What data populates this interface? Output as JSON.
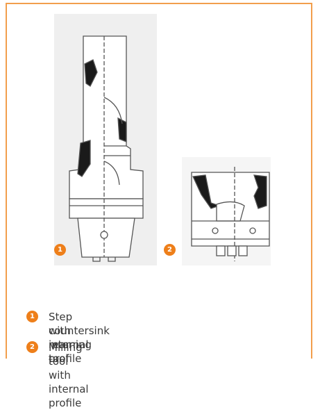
{
  "figure": {
    "tool1_number": "1",
    "tool2_number": "2"
  },
  "legend": {
    "items": [
      {
        "number": "1",
        "line1": "Step countersink reaming tool",
        "line2": "with internal profile"
      },
      {
        "number": "2",
        "line1": "Milling tool with internal profile"
      }
    ]
  },
  "colors": {
    "border": "#f29e4c",
    "badge": "#ee7f1a",
    "text": "#3a3a3a"
  }
}
